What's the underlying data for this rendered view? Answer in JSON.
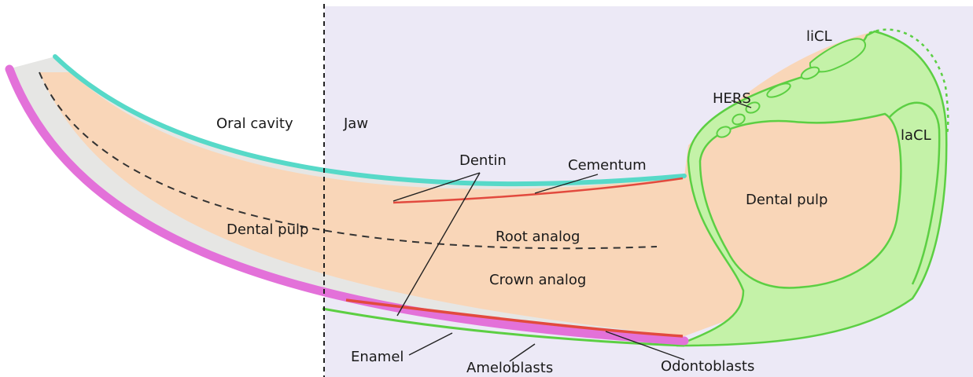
{
  "colors": {
    "jaw_background": "#ece9f6",
    "tissue": "#f9d6b8",
    "green_tissue": "#c4f2a8",
    "green_outline": "#5ccf43",
    "enamel": "#e371d9",
    "cementum": "#57d9c8",
    "odontoblasts": "#e24a3e",
    "gray_band": "#e6e6e4",
    "divider": "#222222"
  },
  "labels": {
    "oral_cavity": "Oral cavity",
    "jaw": "Jaw",
    "dentin": "Dentin",
    "cementum": "Cementum",
    "licl": "liCL",
    "hers": "HERS",
    "lacl": "laCL",
    "dental_pulp_right": "Dental pulp",
    "dental_pulp_left": "Dental pulp",
    "root_analog": "Root analog",
    "crown_analog": "Crown analog",
    "enamel": "Enamel",
    "ameloblasts": "Ameloblasts",
    "odontoblasts": "Odontoblasts"
  }
}
